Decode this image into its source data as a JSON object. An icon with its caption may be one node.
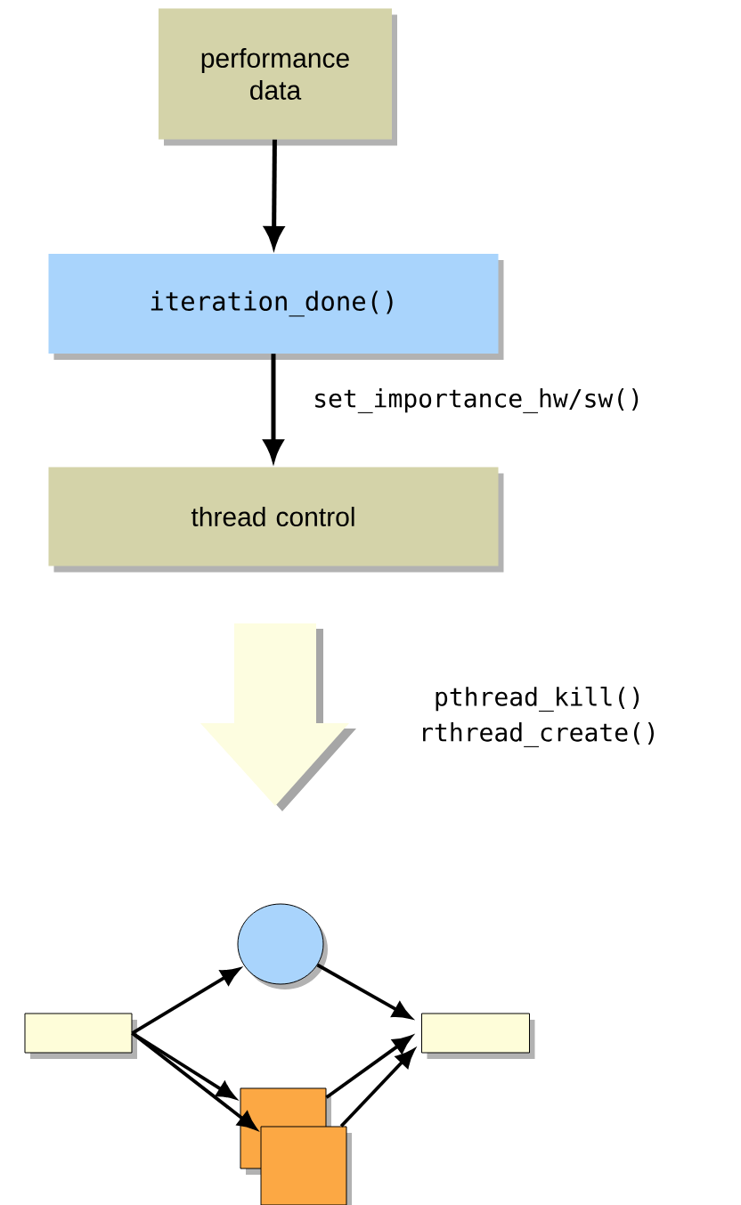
{
  "diagram": {
    "nodes": [
      {
        "text": [
          "performance data"
        ]
      },
      {
        "text": [
          "iteration_done()"
        ]
      },
      {
        "text": [
          "thread control"
        ]
      },
      {
        "text": [],
        "shape": "box"
      },
      {
        "text": [],
        "shape": "circle"
      },
      {
        "text": [],
        "shape": "box"
      },
      {
        "text": [],
        "shape": "box"
      },
      {
        "text": [],
        "shape": "box"
      }
    ],
    "edges": [
      {
        "from": 0,
        "to": 1,
        "arrow": "to"
      },
      {
        "from": 1,
        "to": 2,
        "arrow": "to",
        "label": "set_importance_hw/sw()"
      },
      {
        "from": 3,
        "to": 4,
        "arrow": "to"
      },
      {
        "from": 3,
        "to": 6,
        "arrow": "to"
      },
      {
        "from": 3,
        "to": 7,
        "arrow": "to"
      },
      {
        "from": 4,
        "to": 5,
        "arrow": "to"
      },
      {
        "from": 6,
        "to": 5,
        "arrow": "to"
      },
      {
        "from": 7,
        "to": 5,
        "arrow": "to"
      }
    ],
    "labels": [
      "pthread_kill()",
      "rthread_create()"
    ]
  }
}
